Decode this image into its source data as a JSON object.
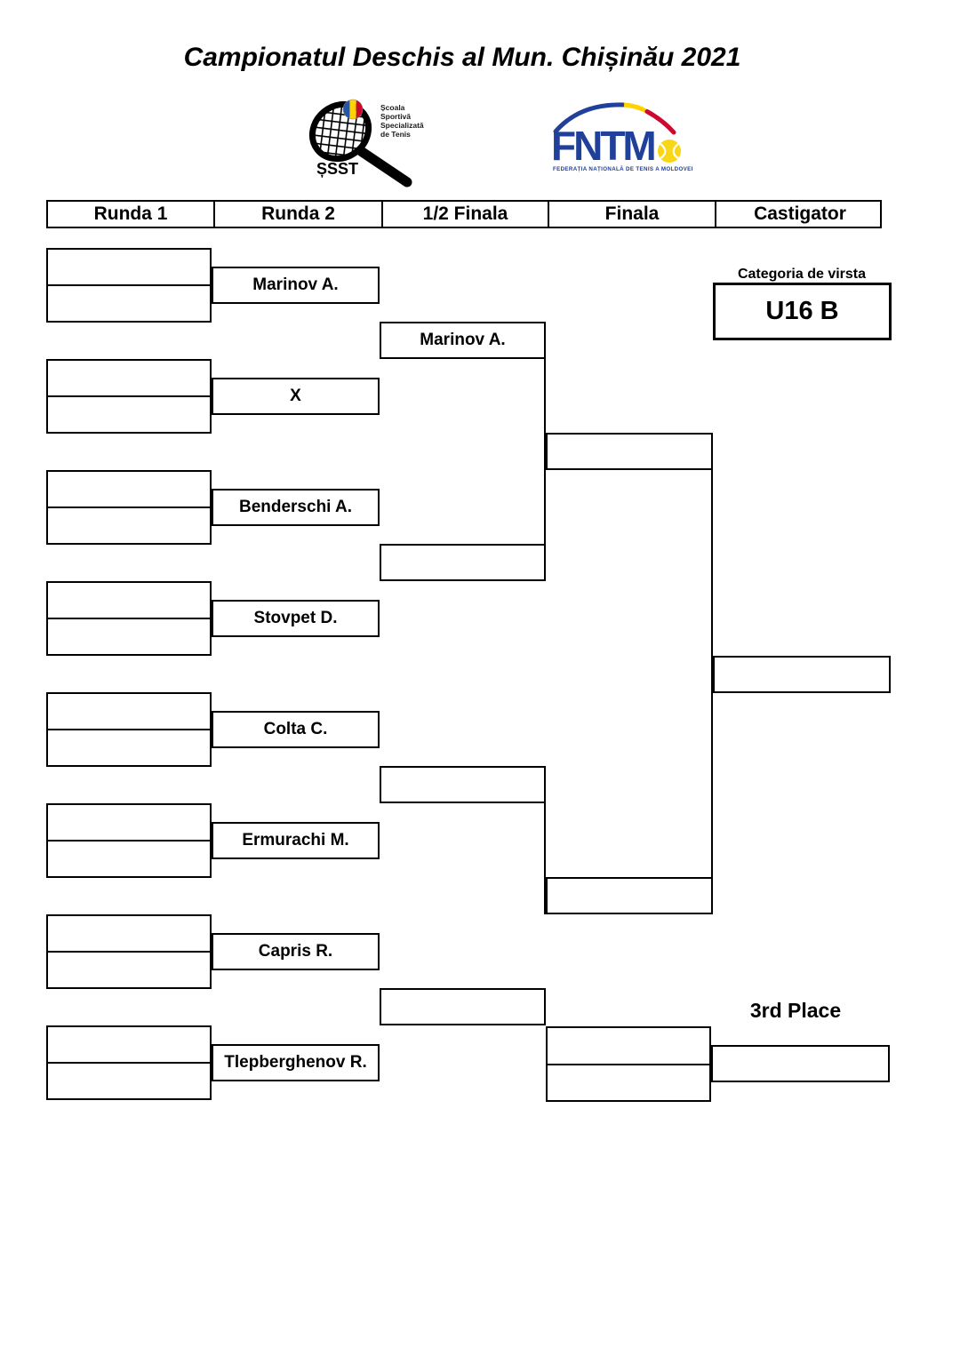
{
  "title": "Campionatul Deschis al Mun. Chișinău 2021",
  "logos": {
    "ssst": {
      "school_name_lines": [
        "Școala",
        "Sportivă",
        "Specializată",
        "de Tenis"
      ],
      "acronym": "ȘSST"
    },
    "fntm": {
      "acronym": "FNTM",
      "subtitle": "FEDERAȚIA NAȚIONALĂ DE TENIS A MOLDOVEI"
    }
  },
  "round_headers": [
    "Runda 1",
    "Runda 2",
    "1/2 Finala",
    "Finala",
    "Castigator"
  ],
  "age_category": {
    "label": "Categoria de virsta",
    "value": "U16 B"
  },
  "bracket": {
    "round2_names": [
      "Marinov A.",
      "X",
      "Benderschi A.",
      "Stovpet D.",
      "Colta C.",
      "Ermurachi M.",
      "Capris R.",
      "Tlepberghenov R."
    ],
    "semifinal_names": [
      "Marinov A.",
      "",
      "",
      ""
    ],
    "final_names": [
      "",
      ""
    ],
    "winner_name": "",
    "third_place": {
      "label": "3rd Place",
      "winner_name": ""
    }
  },
  "colors": {
    "line": "#000000",
    "fntm_blue": "#21409A",
    "flag_blue": "#2456A4",
    "flag_yellow": "#FFD200",
    "flag_red": "#CC092F",
    "ball_yellow": "#F9D616"
  }
}
